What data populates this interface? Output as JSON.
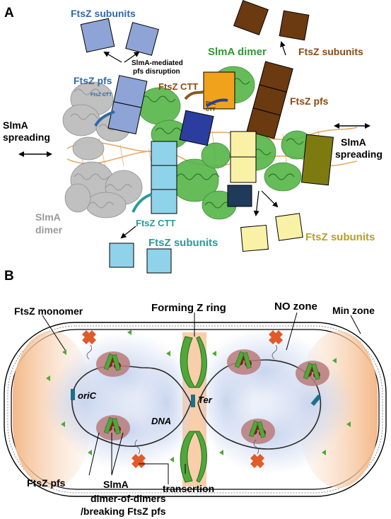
{
  "panel_a": {
    "letter": "A",
    "ftsz_subunits_top_blue": "FtsZ subunits",
    "slma_mediated": "SlmA-mediated",
    "pfs_disruption": "pfs disruption",
    "slma_dimer_center": "SlmA dimer",
    "ftsz_subunits_top_brown": "FtsZ subunits",
    "ftsz_pfs_left": "FtsZ pfs",
    "ftsz_ctt_small_left": "FtsZ CTT",
    "ftsz_ctt_brown": "FtsZ CTT",
    "ftsz_ctt_small_center_1": "FtsZ",
    "ftsz_ctt_small_center_2": "CTT",
    "ftsz_pfs_right": "FtsZ pfs",
    "slma_spreading_left_1": "SlmA",
    "slma_spreading_left_2": "spreading",
    "slma_spreading_right_1": "SlmA",
    "slma_spreading_right_2": "spreading",
    "slma_dimer_left_1": "SlmA",
    "slma_dimer_left_2": "dimer",
    "ftsz_ctt_teal": "FtsZ CTT",
    "ftsz_subunits_bottom_teal": "FtsZ subunits",
    "ftsz_subunits_bottom_yellow": "FtsZ subunits"
  },
  "panel_b": {
    "letter": "B",
    "ftsz_monomer": "FtsZ monomer",
    "forming_z_ring": "Forming Z ring",
    "no_zone": "NO zone",
    "min_zone": "Min zone",
    "oric": "oriC",
    "ter": "Ter",
    "dna": "DNA",
    "ftsz_pfs": "FtsZ pfs",
    "slma_line1": "SlmA",
    "slma_line2": "dimer-of-dimers",
    "slma_line3": "/breaking FtsZ pfs",
    "transertion": "transertion"
  },
  "colors": {
    "blue_light": "#8ea4d6",
    "blue_dark": "#2b3ea0",
    "cyan": "#8fd3ea",
    "brown": "#6b3a10",
    "orange": "#f0a21c",
    "yellow": "#f9f2a6",
    "olive": "#7d7b10",
    "navy": "#1f3a5a",
    "green": "#3aa12c",
    "label_blue": "#2e6aa8",
    "label_brown": "#8a4a12",
    "label_green": "#2f9a2f",
    "label_teal": "#2a9a9a",
    "label_yellow": "#b8a21a",
    "cell_orange": "#f7c9a2",
    "nucleoid_blue": "#c2cfec"
  }
}
